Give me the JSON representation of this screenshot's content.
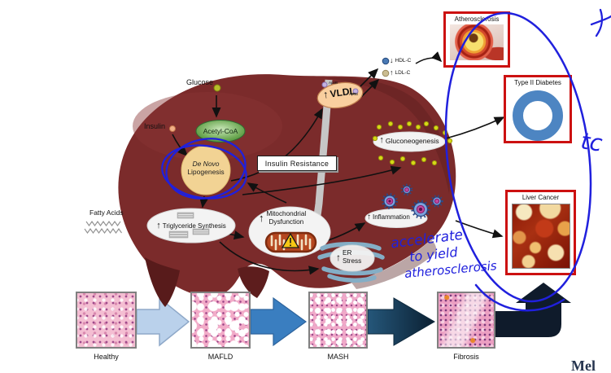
{
  "pathway": {
    "glucose": {
      "label": "Glucose"
    },
    "insulin": {
      "label": "Insulin"
    },
    "acetyl_coa": {
      "label": "Acetyl-CoA"
    },
    "dnl": {
      "line1": "De Novo",
      "line2": "Lipogenesis"
    },
    "insulin_resistance": {
      "label": "Insulin Resistance"
    },
    "gluconeogenesis": {
      "arrow": "↑",
      "label": "Gluconeogenesis"
    },
    "vldl": {
      "arrow": "↑",
      "label": "VLDL",
      "apob": "ApoB"
    },
    "hdl": {
      "arrow": "↓",
      "label": "HDL-C"
    },
    "ldl": {
      "arrow": "↑",
      "label": "LDL-C"
    },
    "fatty_acids": {
      "label": "Fatty Acids"
    },
    "triglyceride": {
      "arrow": "↑",
      "label": "Triglyceride Synthesis"
    },
    "mitochondrial": {
      "arrow": "↑",
      "line1": "Mitochondrial",
      "line2": "Dysfunction"
    },
    "er_stress": {
      "arrow": "↑",
      "line1": "ER",
      "line2": "Stress"
    },
    "inflammation": {
      "arrow": "↑",
      "label": "Inflammation"
    }
  },
  "outcomes": {
    "atherosclerosis": {
      "label": "Atherosclerosis"
    },
    "type2_diabetes": {
      "label": "Type II Diabetes"
    },
    "liver_cancer": {
      "label": "Liver Cancer"
    }
  },
  "progression": {
    "stages": [
      {
        "label": "Healthy"
      },
      {
        "label": "MAFLD"
      },
      {
        "label": "MASH"
      },
      {
        "label": "Fibrosis"
      }
    ]
  },
  "annotations": {
    "note_line1": "accelerate",
    "note_line2": "to yield",
    "note_line3": "atherosclerosis",
    "edge_note": "tc",
    "corner_text": "Mel"
  },
  "colors": {
    "liver": "#7b2b2b",
    "liver_dark": "#581b1b",
    "pen_blue": "#2020dd",
    "outcome_border_red": "#cc1111",
    "diabetes_ring_blue": "#4d85c2",
    "arrow_light_blue": "#bad1eb",
    "arrow_mid_blue": "#3a7ec0",
    "arrow_dark_navy": "#0f1b2b"
  }
}
